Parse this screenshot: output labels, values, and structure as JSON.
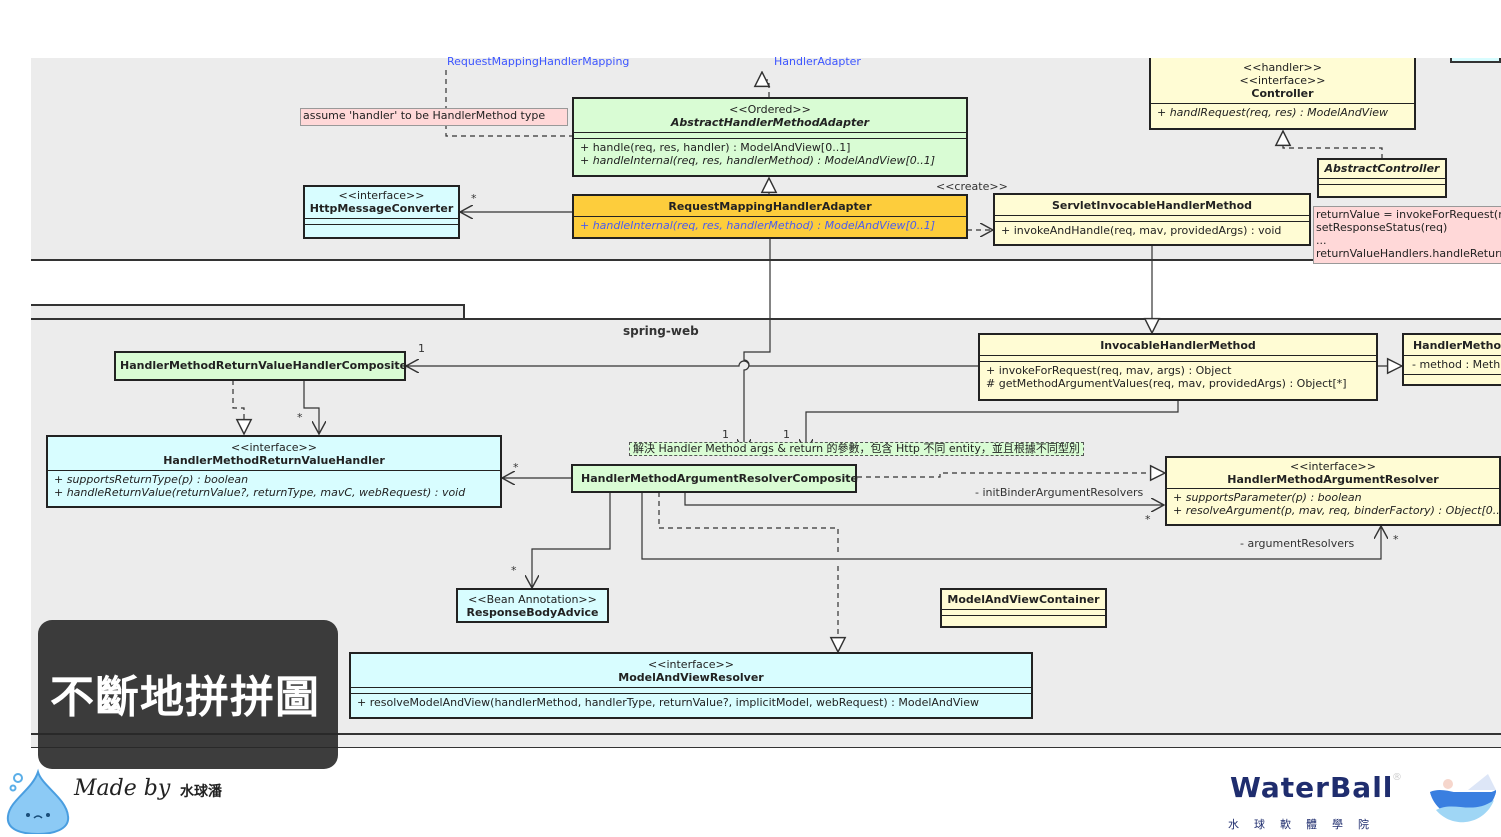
{
  "diagram": {
    "package_label": "spring-web",
    "external_refs": {
      "mapping": "RequestMappingHandlerMapping",
      "adapter": "HandlerAdapter"
    },
    "notes": {
      "assume_handler": "assume 'handler' to be HandlerMethod type",
      "servlet_code": [
        "returnValue = invokeForRequest(req",
        "setResponseStatus(req)",
        "...",
        "returnValueHandlers.handleReturnVa"
      ],
      "resolver_composite": "解決 Handler Method args & return 的參數，包含 Http 不同 entity，並且根據不同型別"
    },
    "classes": {
      "abstract_adapter": {
        "stereotype": "<<Ordered>>",
        "name": "AbstractHandlerMethodAdapter",
        "ops": [
          "+ handle(req, res, handler) : ModelAndView[0..1]",
          "+ handleInternal(req, res, handlerMethod) : ModelAndView[0..1]"
        ]
      },
      "rm_adapter": {
        "name": "RequestMappingHandlerAdapter",
        "ops": [
          "+ handleInternal(req, res, handlerMethod) : ModelAndView[0..1]"
        ]
      },
      "http_converter": {
        "stereotype": "<<interface>>",
        "name": "HttpMessageConverter"
      },
      "controller": {
        "stereotype1": "<<handler>>",
        "stereotype2": "<<interface>>",
        "name": "Controller",
        "ops": [
          "+ handlRequest(req, res) : ModelAndView"
        ]
      },
      "abstract_controller": {
        "name": "AbstractController"
      },
      "servlet_ihm": {
        "name": "ServletInvocableHandlerMethod",
        "ops": [
          "+ invokeAndHandle(req, mav, providedArgs) : void"
        ]
      },
      "ihm": {
        "name": "InvocableHandlerMethod",
        "ops": [
          "+ invokeForRequest(req, mav, args) : Object",
          "# getMethodArgumentValues(req, mav, providedArgs) : Object[*]"
        ]
      },
      "handler_method": {
        "name": "HandlerMetho",
        "attrs": [
          "- method : Meth"
        ]
      },
      "rv_composite": {
        "name": "HandlerMethodReturnValueHandlerComposite"
      },
      "rv_handler": {
        "stereotype": "<<interface>>",
        "name": "HandlerMethodReturnValueHandler",
        "ops": [
          "+ supportsReturnType(p) : boolean",
          "+ handleReturnValue(returnValue?, returnType, mavC, webRequest) : void"
        ]
      },
      "arg_composite": {
        "name": "HandlerMethodArgumentResolverComposite"
      },
      "arg_resolver": {
        "stereotype": "<<interface>>",
        "name": "HandlerMethodArgumentResolver",
        "ops": [
          "+ supportsParameter(p) : boolean",
          "+ resolveArgument(p, mav, req, binderFactory) : Object[0..."
        ]
      },
      "response_advice": {
        "stereotype": "<<Bean Annotation>>",
        "name": "ResponseBodyAdvice"
      },
      "mav_container": {
        "name": "ModelAndViewContainer"
      },
      "mav_resolver": {
        "stereotype": "<<interface>>",
        "name": "ModelAndViewResolver",
        "ops": [
          "+ resolveModelAndView(handlerMethod, handlerType, returnValue?, implicitModel, webRequest) : ModelAndView"
        ]
      }
    },
    "labels": {
      "create": "<<create>>",
      "star": "*",
      "one": "1",
      "init_binder": "- initBinderArgumentResolvers",
      "arg_resolvers": "- argumentResolvers"
    }
  },
  "caption": "不斷地拼拼圖",
  "branding": {
    "made_by": "Made by",
    "made_by_name": "水球潘",
    "logo": "WaterBall",
    "logo_sub": "水球軟體學院"
  },
  "colors": {
    "green": "#d9fcd4",
    "yellow": "#fffcd4",
    "cyan": "#d8fdff",
    "orange": "#fdcd3c",
    "note_pink": "#ffd8d8",
    "link_blue": "#3c55ff"
  }
}
